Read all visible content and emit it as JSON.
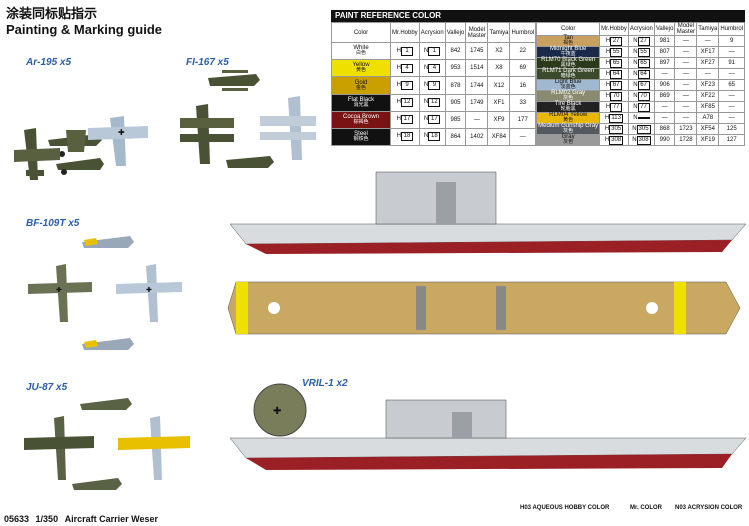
{
  "header": {
    "title_cn": "涂装同标贴指示",
    "title_en": "Painting & Marking guide"
  },
  "sections": {
    "ar195": "Ar-195 x5",
    "fi167": "FI-167 x5",
    "bf109t": "BF-109T x5",
    "ju87": "JU-87 x5",
    "vril1": "VRIL-1 x2"
  },
  "paint_table": {
    "title": "PAINT REFERENCE COLOR",
    "columns": [
      "Color",
      "Mr.Hobby",
      "Acrysion",
      "Vallejo",
      "Model Master",
      "Tamiya",
      "Humbrol"
    ],
    "left": [
      {
        "en": "White",
        "cn": "白色",
        "color": "#ffffff",
        "text": "#111",
        "h": "1",
        "n": "1",
        "vallejo": "842",
        "mm": "1745",
        "tamiya": "X2",
        "humbrol": "22"
      },
      {
        "en": "Yellow",
        "cn": "黄色",
        "color": "#f0e000",
        "text": "#111",
        "h": "4",
        "n": "4",
        "vallejo": "953",
        "mm": "1514",
        "tamiya": "X8",
        "humbrol": "69"
      },
      {
        "en": "Gold",
        "cn": "金色",
        "color": "#c9a000",
        "text": "#111",
        "h": "9",
        "n": "9",
        "vallejo": "878",
        "mm": "1744",
        "tamiya": "X12",
        "humbrol": "16"
      },
      {
        "en": "Flat Black",
        "cn": "消光黑",
        "color": "#111111",
        "text": "#fff",
        "h": "12",
        "n": "12",
        "vallejo": "905",
        "mm": "1749",
        "tamiya": "XF1",
        "humbrol": "33"
      },
      {
        "en": "Cocoa Brown",
        "cn": "棕褐色",
        "color": "#7a1414",
        "text": "#fff",
        "h": "17",
        "n": "17",
        "vallejo": "985",
        "mm": "—",
        "tamiya": "XF9",
        "humbrol": "177"
      },
      {
        "en": "Steel",
        "cn": "钢铁色",
        "color": "#111111",
        "text": "#fff",
        "h": "18",
        "n": "18",
        "vallejo": "864",
        "mm": "1402",
        "tamiya": "XF84",
        "humbrol": "—"
      }
    ],
    "right": [
      {
        "en": "Tan",
        "cn": "褐色",
        "color": "#c8a060",
        "text": "#111",
        "h": "27",
        "n": "27",
        "vallejo": "981",
        "mm": "—",
        "tamiya": "—",
        "humbrol": "9"
      },
      {
        "en": "Midnight Blue",
        "cn": "午夜蓝",
        "color": "#1a2a4a",
        "text": "#fff",
        "h": "55",
        "n": "55",
        "vallejo": "807",
        "mm": "—",
        "tamiya": "XF17",
        "humbrol": "—"
      },
      {
        "en": "RLM70 Black Green",
        "cn": "黑绿色",
        "color": "#2a3a1a",
        "text": "#fff",
        "h": "65",
        "n": "65",
        "vallejo": "897",
        "mm": "—",
        "tamiya": "XF27",
        "humbrol": "91"
      },
      {
        "en": "RLM71 Dark Green",
        "cn": "暗绿色",
        "color": "#3a4a2a",
        "text": "#fff",
        "h": "64",
        "n": "64",
        "vallejo": "—",
        "mm": "—",
        "tamiya": "—",
        "humbrol": "—"
      },
      {
        "en": "Light Blue",
        "cn": "淡蓝色",
        "color": "#a0b8d0",
        "text": "#111",
        "h": "67",
        "n": "67",
        "vallejo": "906",
        "mm": "—",
        "tamiya": "XF23",
        "humbrol": "65"
      },
      {
        "en": "RLM02 Gray",
        "cn": "灰色",
        "color": "#8a8a70",
        "text": "#fff",
        "h": "70",
        "n": "70",
        "vallejo": "869",
        "mm": "—",
        "tamiya": "XF22",
        "humbrol": "—"
      },
      {
        "en": "Tire Black",
        "cn": "轮胎黑",
        "color": "#222222",
        "text": "#fff",
        "h": "77",
        "n": "77",
        "vallejo": "—",
        "mm": "—",
        "tamiya": "XF85",
        "humbrol": "—"
      },
      {
        "en": "RLM04 Yellow",
        "cn": "黄色",
        "color": "#e8b800",
        "text": "#111",
        "h": "113",
        "n": "",
        "vallejo": "—",
        "mm": "—",
        "tamiya": "A78",
        "humbrol": "—"
      },
      {
        "en": "Medium Gunship Gray",
        "cn": "灰色",
        "color": "#555a60",
        "text": "#fff",
        "h": "305",
        "n": "305",
        "vallejo": "868",
        "mm": "1723",
        "tamiya": "XF54",
        "humbrol": "125"
      },
      {
        "en": "Gray",
        "cn": "灰色",
        "color": "#9a9a9a",
        "text": "#111",
        "h": "308",
        "n": "308",
        "vallejo": "990",
        "mm": "1728",
        "tamiya": "XF19",
        "humbrol": "127"
      }
    ]
  },
  "legend": {
    "h": "H03 AQUEOUS HOBBY COLOR",
    "m": "Mr. COLOR",
    "n": "N03 ACRYSION COLOR"
  },
  "footer": {
    "code": "05633",
    "scale": "1/350",
    "name": "Aircraft Carrier Weser"
  }
}
